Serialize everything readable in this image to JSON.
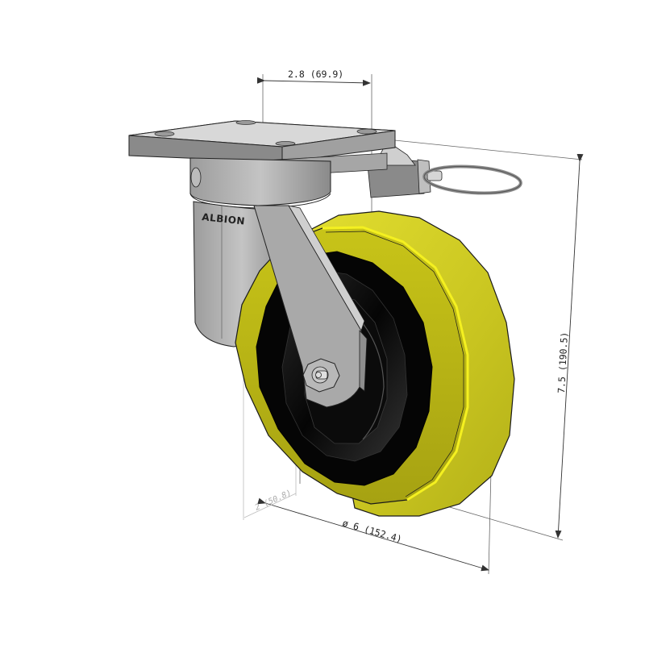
{
  "drawing": {
    "subject": "Swivel caster with yellow polyurethane tread wheel and swivel lock pin",
    "brand_mark": "ALBION",
    "colors": {
      "tread_yellow": "#d4d022",
      "tread_yellow_dark": "#9a9a10",
      "tread_highlight": "#f0ec20",
      "hub_black": "#0a0a0a",
      "steel_gray": "#a8a8a8",
      "steel_dark": "#7a7a7a",
      "dim_line": "#444444",
      "background": "#ffffff"
    }
  },
  "dimensions": {
    "plate_hole_spacing": {
      "label": "2.8 (69.9)",
      "inches": 2.8,
      "mm": 69.9
    },
    "overall_height": {
      "label": "7.5 (190.5)",
      "inches": 7.5,
      "mm": 190.5
    },
    "wheel_diameter": {
      "label": "ø 6 (152.4)",
      "inches": 6,
      "mm": 152.4
    },
    "wheel_width": {
      "label": "2 (50.8)",
      "inches": 2,
      "mm": 50.8
    }
  }
}
